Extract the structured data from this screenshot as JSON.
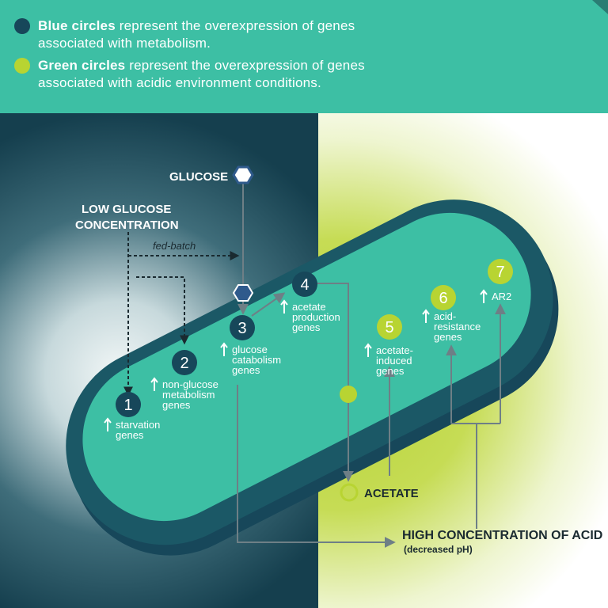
{
  "legend": {
    "blue": {
      "bold": "Blue circles",
      "text": "represent the overexpression of genes associated with metabolism.",
      "color": "#17475a"
    },
    "green": {
      "bold": "Green circles",
      "text": "represent the overexpression of genes associated with acidic environment conditions.",
      "color": "#b8d432"
    }
  },
  "colors": {
    "header_bg": "#3dbfa4",
    "dark_bg": "#153f4e",
    "cell_body": "#3dbfa4",
    "cell_wall": "#1b5866",
    "line": "#6e7f86",
    "acid_glow": "#b8d432"
  },
  "labels": {
    "glucose": "GLUCOSE",
    "low_glucose_line1": "LOW GLUCOSE",
    "low_glucose_line2": "CONCENTRATION",
    "fed_batch": "fed-batch",
    "acetate": "ACETATE",
    "high_acid_line1": "HIGH CONCENTRATION OF ACID",
    "high_acid_line2": "(decreased pH)"
  },
  "nodes": [
    {
      "number": "1",
      "group": "metabolism",
      "lines": [
        "starvation",
        "genes"
      ]
    },
    {
      "number": "2",
      "group": "metabolism",
      "lines": [
        "non-glucose",
        "metabolism",
        "genes"
      ]
    },
    {
      "number": "3",
      "group": "metabolism",
      "lines": [
        "glucose",
        "catabolism",
        "genes"
      ]
    },
    {
      "number": "4",
      "group": "metabolism",
      "lines": [
        "acetate",
        "production",
        "genes"
      ]
    },
    {
      "number": "5",
      "group": "acid",
      "lines": [
        "acetate-",
        "induced",
        "genes"
      ]
    },
    {
      "number": "6",
      "group": "acid",
      "lines": [
        "acid-",
        "resistance",
        "genes"
      ]
    },
    {
      "number": "7",
      "group": "acid",
      "lines": [
        "AR2"
      ]
    }
  ]
}
